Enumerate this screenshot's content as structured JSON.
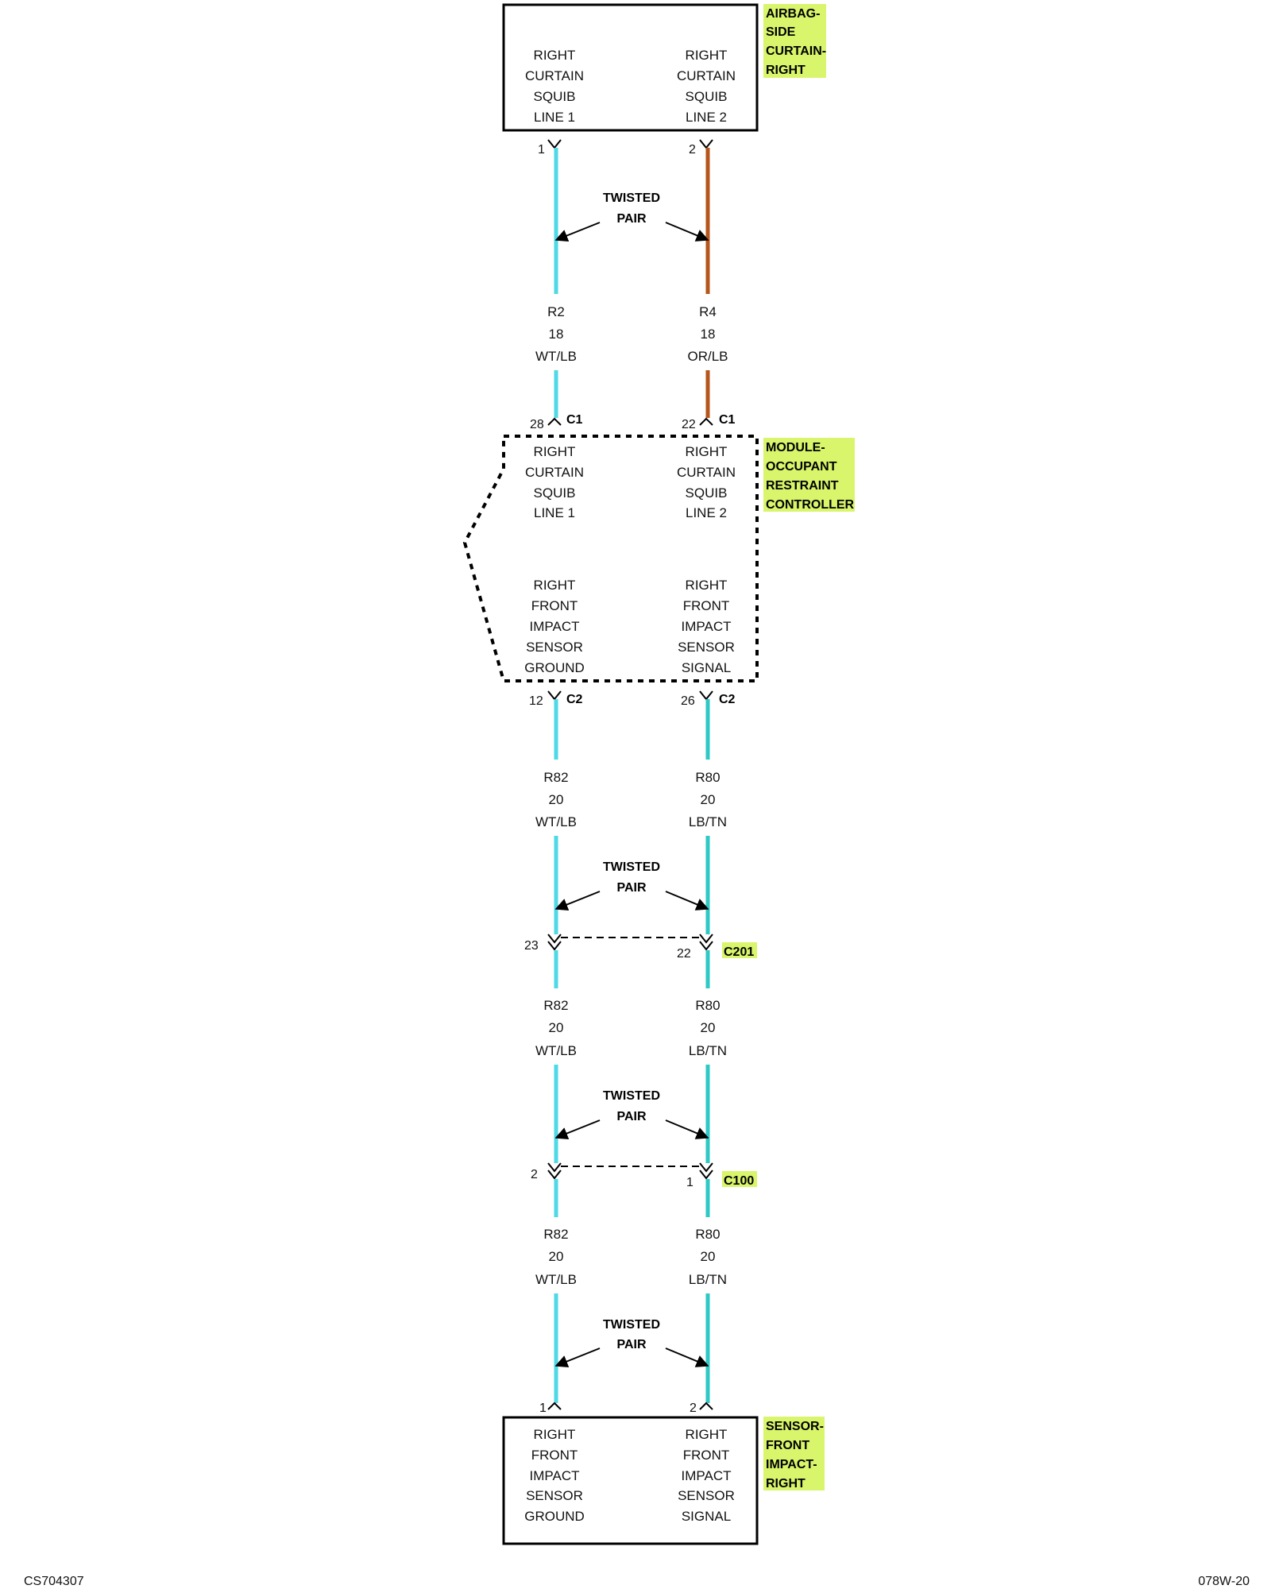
{
  "components": {
    "airbag": {
      "name_lines": [
        "AIRBAG-",
        "SIDE",
        "CURTAIN-",
        "RIGHT"
      ],
      "left_lines": [
        "RIGHT",
        "CURTAIN",
        "SQUIB",
        "LINE 1"
      ],
      "right_lines": [
        "RIGHT",
        "CURTAIN",
        "SQUIB",
        "LINE 2"
      ],
      "left_pin": "1",
      "right_pin": "2"
    },
    "module": {
      "name_lines": [
        "MODULE-",
        "OCCUPANT",
        "RESTRAINT",
        "CONTROLLER"
      ],
      "top_left_lines": [
        "RIGHT",
        "CURTAIN",
        "SQUIB",
        "LINE 1"
      ],
      "top_right_lines": [
        "RIGHT",
        "CURTAIN",
        "SQUIB",
        "LINE 2"
      ],
      "bottom_left_lines": [
        "RIGHT",
        "FRONT",
        "IMPACT",
        "SENSOR",
        "GROUND"
      ],
      "bottom_right_lines": [
        "RIGHT",
        "FRONT",
        "IMPACT",
        "SENSOR",
        "SIGNAL"
      ],
      "top_left_pin": "28",
      "top_right_pin": "22",
      "top_connector": "C1",
      "bottom_left_pin": "12",
      "bottom_right_pin": "26",
      "bottom_connector": "C2"
    },
    "sensor": {
      "name_lines": [
        "SENSOR-",
        "FRONT",
        "IMPACT-",
        "RIGHT"
      ],
      "left_lines": [
        "RIGHT",
        "FRONT",
        "IMPACT",
        "SENSOR",
        "GROUND"
      ],
      "right_lines": [
        "RIGHT",
        "FRONT",
        "IMPACT",
        "SENSOR",
        "SIGNAL"
      ],
      "left_pin": "1",
      "right_pin": "2"
    }
  },
  "wires": {
    "airbag_left": [
      "R2",
      "18",
      "WT/LB"
    ],
    "airbag_right": [
      "R4",
      "18",
      "OR/LB"
    ],
    "seg1_left": [
      "R82",
      "20",
      "WT/LB"
    ],
    "seg1_right": [
      "R80",
      "20",
      "LB/TN"
    ],
    "seg2_left": [
      "R82",
      "20",
      "WT/LB"
    ],
    "seg2_right": [
      "R80",
      "20",
      "LB/TN"
    ],
    "seg3_left": [
      "R82",
      "20",
      "WT/LB"
    ],
    "seg3_right": [
      "R80",
      "20",
      "LB/TN"
    ]
  },
  "twisted_pair": [
    "TWISTED",
    "PAIR"
  ],
  "inline_connectors": {
    "c201": {
      "name": "C201",
      "left_pin": "23",
      "right_pin": "22"
    },
    "c100": {
      "name": "C100",
      "left_pin": "2",
      "right_pin": "1"
    }
  },
  "footer": {
    "left": "CS704307",
    "right": "078W-20"
  },
  "colors": {
    "wire_light_blue": "#4dd9e6",
    "wire_orange": "#b5561a",
    "wire_teal": "#2ec9c4",
    "highlight": "#d8f56b"
  }
}
